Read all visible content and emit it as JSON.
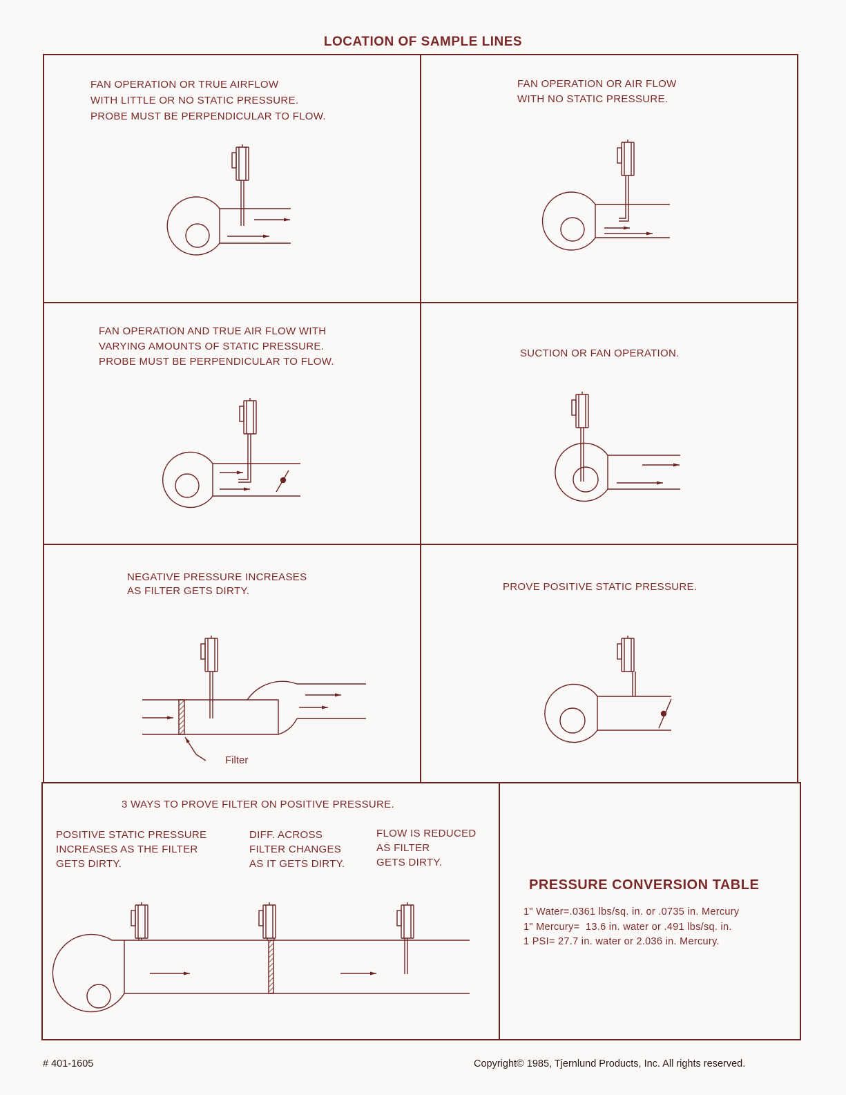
{
  "title": "LOCATION OF SAMPLE LINES",
  "panels": [
    {
      "caption": "FAN OPERATION OR TRUE AIRFLOW\nWITH LITTLE OR NO STATIC PRESSURE.\nPROBE MUST BE PERPENDICULAR TO FLOW."
    },
    {
      "caption": "FAN OPERATION OR AIR FLOW\nWITH NO STATIC PRESSURE."
    },
    {
      "caption": "FAN OPERATION AND TRUE AIR FLOW WITH\nVARYING AMOUNTS OF STATIC PRESSURE.\nPROBE MUST BE PERPENDICULAR TO FLOW."
    },
    {
      "caption": "SUCTION OR FAN OPERATION."
    },
    {
      "caption": "NEGATIVE PRESSURE INCREASES\nAS FILTER GETS DIRTY.",
      "filter_label": "Filter"
    },
    {
      "caption": "PROVE POSITIVE STATIC PRESSURE."
    }
  ],
  "bottom": {
    "heading": "3 WAYS TO PROVE FILTER ON POSITIVE PRESSURE.",
    "ways": [
      "POSITIVE STATIC PRESSURE\nINCREASES AS THE FILTER\nGETS DIRTY.",
      "DIFF. ACROSS\nFILTER CHANGES\nAS IT GETS DIRTY.",
      "FLOW IS REDUCED\nAS FILTER\nGETS DIRTY."
    ]
  },
  "conversion": {
    "title": "PRESSURE CONVERSION TABLE",
    "lines": [
      "1\" Water=.0361 lbs/sq. in. or .0735 in. Mercury",
      "1\" Mercury=  13.6 in. water or .491 lbs/sq. in.",
      "1 PSI= 27.7 in. water or 2.036 in. Mercury."
    ]
  },
  "footer": {
    "part_number": "# 401-1605",
    "copyright": "Copyright© 1985, Tjernlund Products, Inc. All rights reserved."
  },
  "colors": {
    "ink": "#6a2424",
    "paper": "#fbf9f7"
  }
}
